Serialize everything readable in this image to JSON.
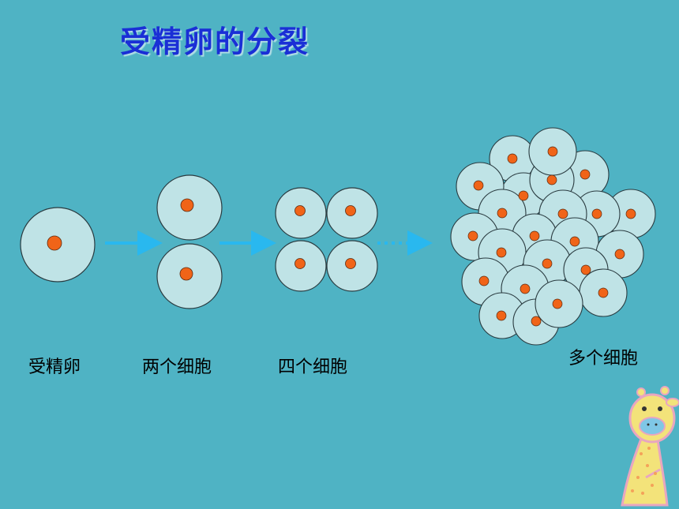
{
  "slide": {
    "title": "受精卵的分裂",
    "stages": [
      {
        "label": "受精卵"
      },
      {
        "label": "两个细胞"
      },
      {
        "label": "四个细胞"
      },
      {
        "label": "多个细胞"
      }
    ]
  },
  "colors": {
    "background": "#4fb3c4",
    "cell_fill": "#bfe3e6",
    "cell_stroke": "#2a3b40",
    "nucleus": "#f06418",
    "arrow": "#29b8ef",
    "title": "#1a2fd6"
  },
  "icons": {
    "arrow": "arrow-right-icon",
    "dotted_arrow": "dotted-arrow-right-icon",
    "mascot": "giraffe-icon"
  }
}
